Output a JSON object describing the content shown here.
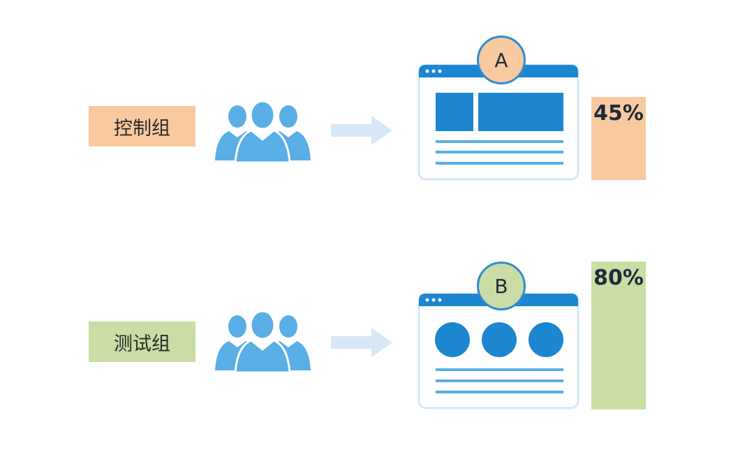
{
  "colors": {
    "blue": "#5aaee6",
    "dark_blue": "#1c86d1",
    "control_orange": "#f9c99f",
    "test_green": "#c9dda4",
    "arrow_light_blue": "#d7e7f7"
  },
  "groups": [
    {
      "label": "控制组",
      "variant": "A",
      "result": "45%",
      "result_fraction": 0.45,
      "color": "#f9c99f",
      "badge_color": "#f9c99f",
      "layout": "blocks"
    },
    {
      "label": "测试组",
      "variant": "B",
      "result": "80%",
      "result_fraction": 0.8,
      "color": "#c9dda4",
      "badge_color": "#c9dda4",
      "layout": "circles"
    }
  ],
  "icons": {
    "people": "people-group-icon",
    "arrow": "arrow-right-icon",
    "window": "browser-window-icon"
  }
}
